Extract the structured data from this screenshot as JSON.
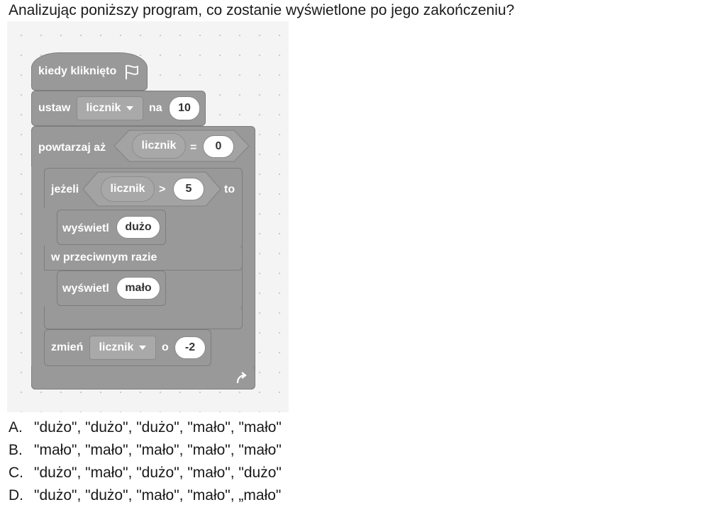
{
  "question": "Analizując poniższy program, co zostanie wyświetlone po jego zakończeniu?",
  "program": {
    "hat": {
      "label": "kiedy kliknięto",
      "icon": "green-flag-icon"
    },
    "set": {
      "label": "ustaw",
      "variable": "licznik",
      "word": "na",
      "value": "10"
    },
    "repeat_until": {
      "label": "powtarzaj aż",
      "variable": "licznik",
      "operator": "=",
      "value": "0"
    },
    "if": {
      "label": "jeżeli",
      "variable": "licznik",
      "operator": ">",
      "value": "5",
      "then": "to"
    },
    "say_big": {
      "label": "wyświetl",
      "value": "dużo"
    },
    "else": {
      "label": "w przeciwnym razie"
    },
    "say_small": {
      "label": "wyświetl",
      "value": "mało"
    },
    "change": {
      "label": "zmień",
      "variable": "licznik",
      "word": "o",
      "value": "-2"
    },
    "loop_icon": "loop-arrow-icon"
  },
  "options": [
    {
      "letter": "A.",
      "text": "\"dużo\", \"dużo\", \"dużo\", \"mało\", \"mało\""
    },
    {
      "letter": "B.",
      "text": "\"mało\", \"mało\", \"mało\", \"mało\", \"mało\""
    },
    {
      "letter": "C.",
      "text": "\"dużo\", \"mało\", \"dużo\", \"mało\", \"dużo\""
    },
    {
      "letter": "D.",
      "text": "\"dużo\", \"dużo\", \"mało\", \"mało\", „mało\""
    }
  ]
}
